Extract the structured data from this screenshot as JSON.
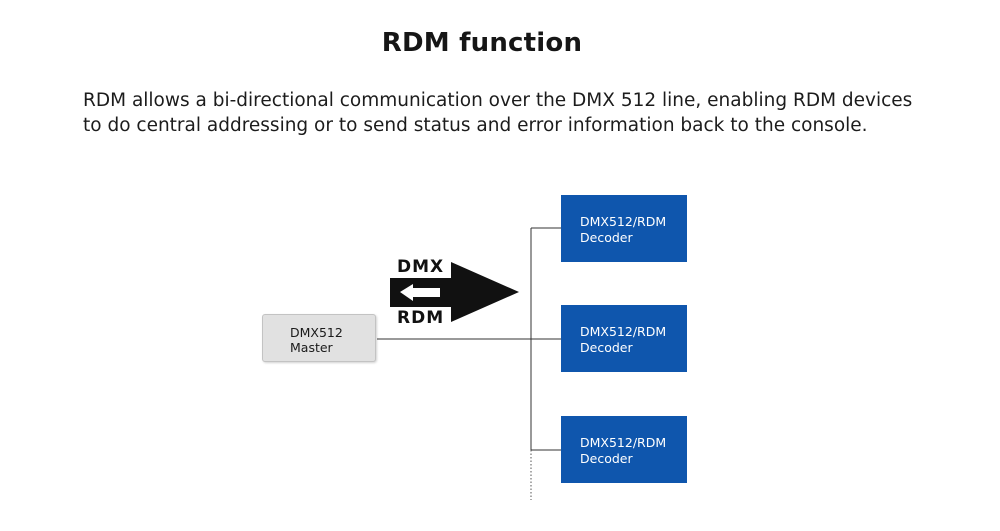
{
  "page": {
    "title": "RDM function",
    "description_line1": "RDM allows a bi-directional communication over the DMX 512 line, enabling RDM devices",
    "description_line2": "to do central addressing or to send status and error information back to the console."
  },
  "diagram": {
    "master": {
      "line1": "DMX512",
      "line2": "Master"
    },
    "decoders": [
      {
        "line1": "DMX512/RDM",
        "line2": "Decoder"
      },
      {
        "line1": "DMX512/RDM",
        "line2": "Decoder"
      },
      {
        "line1": "DMX512/RDM",
        "line2": "Decoder"
      }
    ],
    "arrow": {
      "forward_label": "DMX",
      "return_label": "RDM"
    },
    "colors": {
      "decoder_fill": "#0f56ad",
      "master_fill": "#e1e1e1",
      "arrow_fill": "#111111",
      "line": "#333333"
    }
  }
}
